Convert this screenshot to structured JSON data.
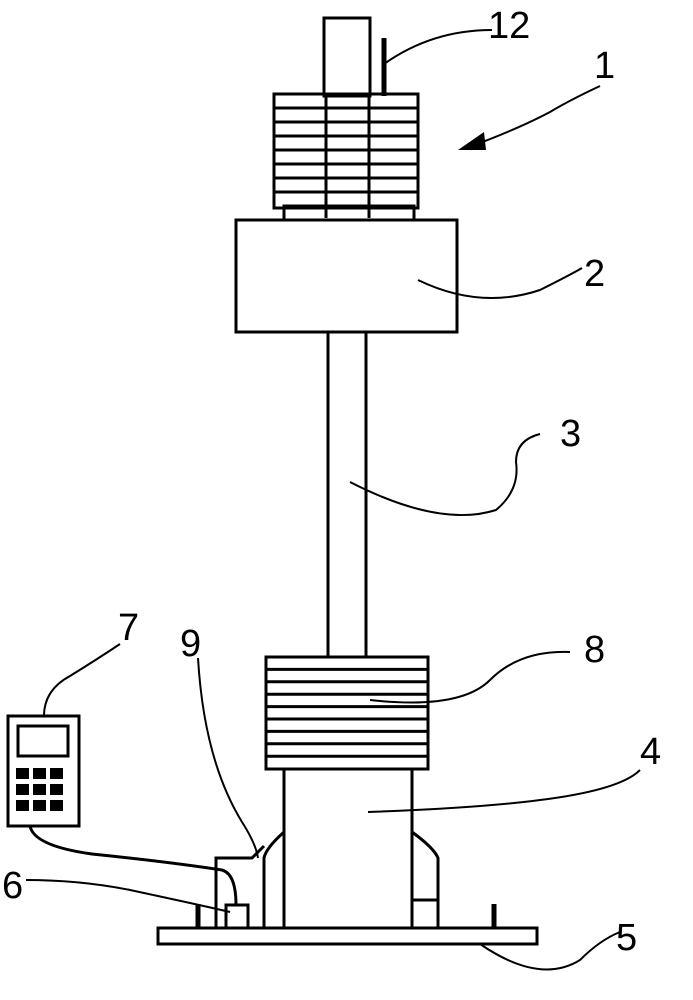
{
  "labels": {
    "l1": "1",
    "l2": "2",
    "l3": "3",
    "l4": "4",
    "l5": "5",
    "l6": "6",
    "l7": "7",
    "l8": "8",
    "l9": "9",
    "l12": "12"
  },
  "colors": {
    "line": "#000000",
    "background": "#ffffff"
  }
}
